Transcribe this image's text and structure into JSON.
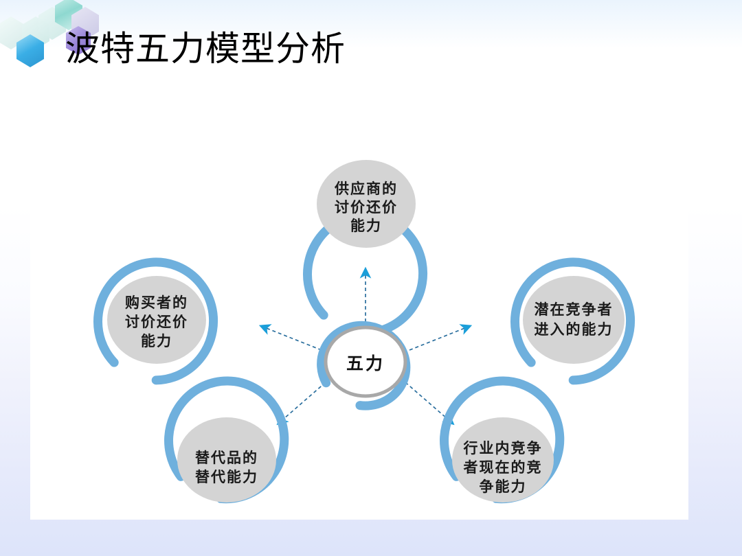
{
  "slide": {
    "title": "波特五力模型分析",
    "background_top_color": "#eaf4fd",
    "background_bottom_color": "#dde4fa",
    "panel_color": "#ffffff"
  },
  "decoration": {
    "hexagons": [
      {
        "name": "hex-pale-left",
        "color": "#eef6f6"
      },
      {
        "name": "hex-pale-mid",
        "color": "#e3f2f1"
      },
      {
        "name": "hex-teal-upper",
        "color": "#9fdcd6"
      },
      {
        "name": "hex-lavender",
        "color": "#d9d9ee"
      },
      {
        "name": "hex-blue-lower",
        "color": "#45b3e8"
      },
      {
        "name": "hex-purple-title",
        "color": "#9a86d8"
      }
    ]
  },
  "diagram": {
    "type": "radial-hub-and-spoke",
    "accent_color": "#6fb0dd",
    "node_fill_color": "#d4d4d4",
    "center_ring_color": "#a8a8a8",
    "arrow_color": "#1a9ed9",
    "center": {
      "id": "center-node",
      "label": "五力"
    },
    "nodes": [
      {
        "id": "node-suppliers",
        "position": "top",
        "label_lines": [
          "供应商的",
          "讨价还价",
          "能力"
        ]
      },
      {
        "id": "node-entrants",
        "position": "right",
        "label_lines": [
          "潜在竞争者",
          "进入的能力"
        ]
      },
      {
        "id": "node-rivalry",
        "position": "bottom-right",
        "label_lines": [
          "行业内竞争",
          "者现在的竞",
          "争能力"
        ]
      },
      {
        "id": "node-substitutes",
        "position": "bottom-left",
        "label_lines": [
          "替代品的",
          "替代能力"
        ]
      },
      {
        "id": "node-buyers",
        "position": "left",
        "label_lines": [
          "购买者的",
          "讨价还价",
          "能力"
        ]
      }
    ],
    "connectors": [
      {
        "id": "arrow-center-to-suppliers",
        "from": "center-node",
        "to": "node-suppliers",
        "style": "dashed"
      },
      {
        "id": "arrow-center-to-entrants",
        "from": "center-node",
        "to": "node-entrants",
        "style": "dashed"
      },
      {
        "id": "arrow-center-to-rivalry",
        "from": "center-node",
        "to": "node-rivalry",
        "style": "dashed"
      },
      {
        "id": "arrow-center-to-substitutes",
        "from": "center-node",
        "to": "node-substitutes",
        "style": "dashed"
      },
      {
        "id": "arrow-center-to-buyers",
        "from": "center-node",
        "to": "node-buyers",
        "style": "dashed"
      }
    ]
  }
}
